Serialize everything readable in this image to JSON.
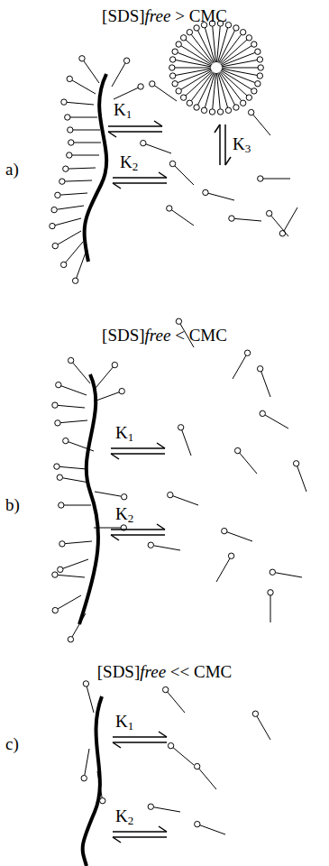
{
  "diagram": {
    "labels": [
      "[SDS]free > CMC",
      "a)",
      "K1",
      "K2",
      "K3",
      "[SDS]free < CMC",
      "b)",
      "K1",
      "K2",
      "[SDS]free << CMC",
      "c)",
      "K1",
      "K2"
    ]
  }
}
